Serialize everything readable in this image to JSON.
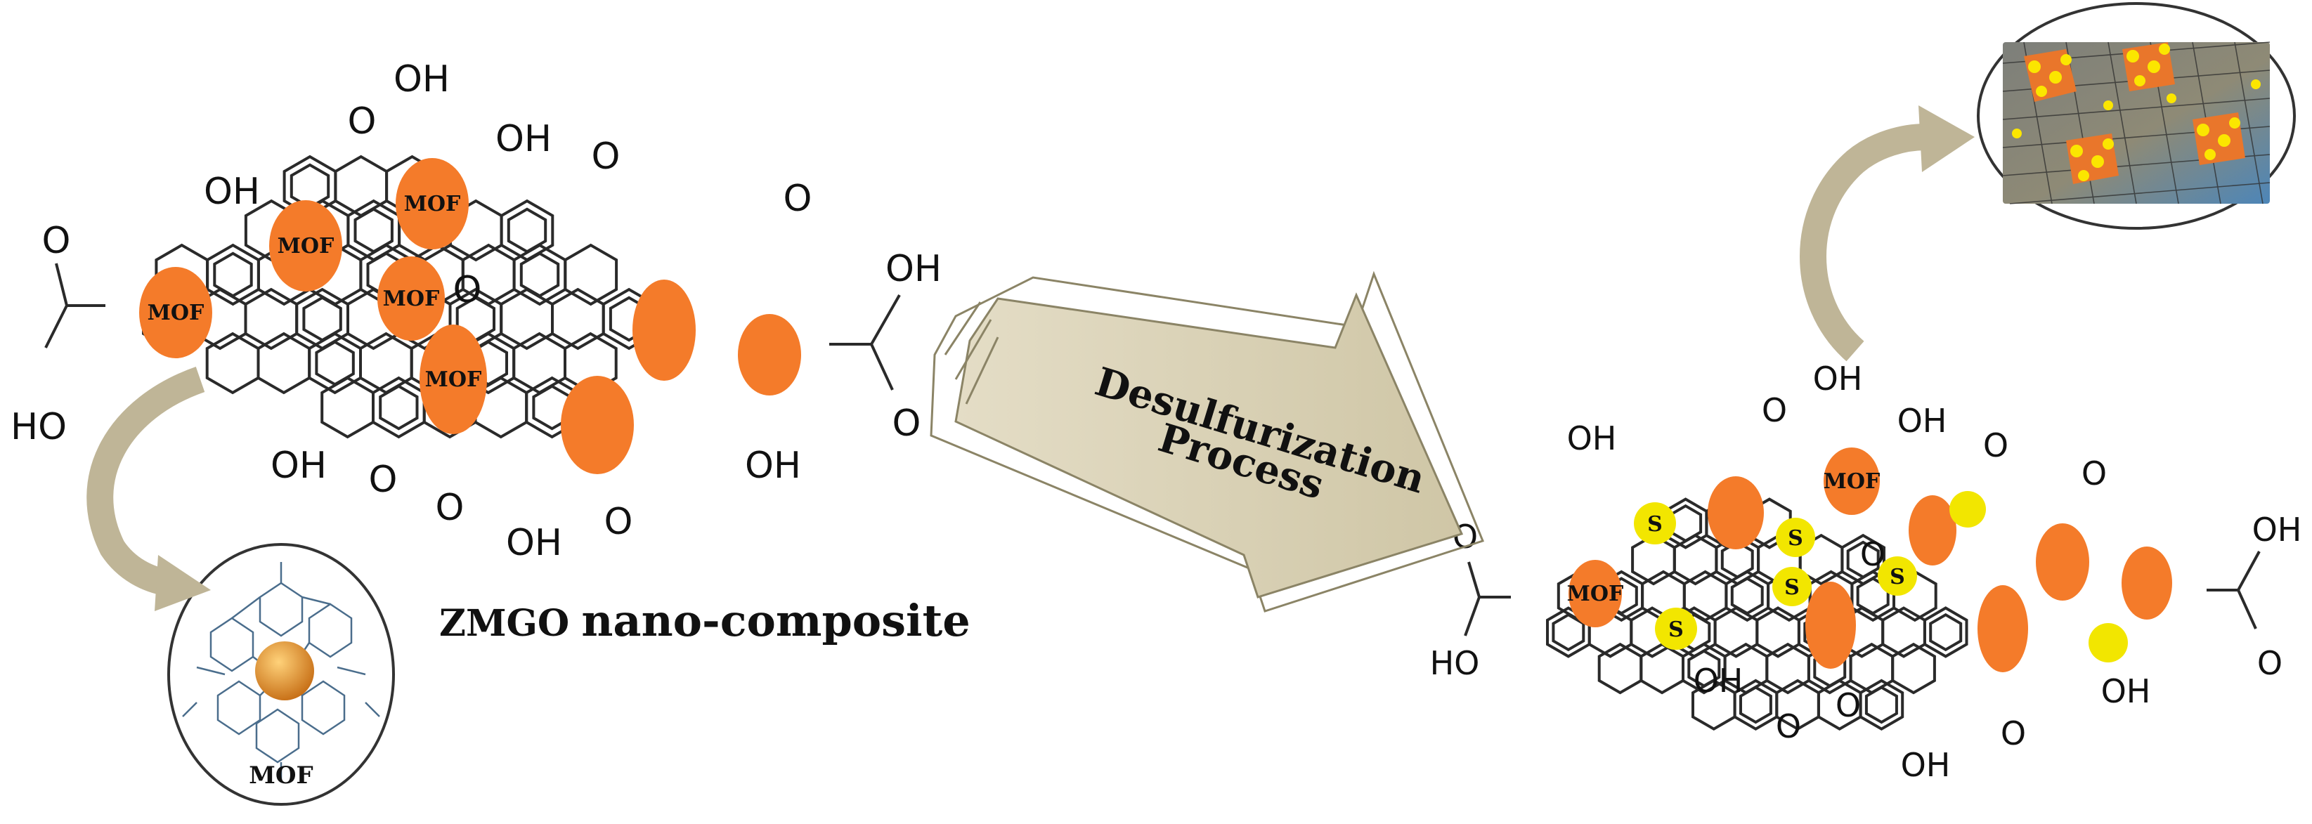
{
  "labels": {
    "mof": "MOF",
    "sulfur": "S",
    "hydroxyl": "OH",
    "carboxyl_oh_left": "HO",
    "oxygen": "O",
    "composite_prefix": "ZMGO",
    "composite_suffix": "nano-composite",
    "process_line1": "Desulfurization",
    "process_line2": "Process",
    "inset_mof": "MOF"
  },
  "colors": {
    "mof_orange": "#f47b2a",
    "sulfur_yellow": "#f2e600",
    "arrow_fill": "#d9d2b9",
    "curved_arrow": "#b9ad8c",
    "bond": "#2a2a2a"
  }
}
